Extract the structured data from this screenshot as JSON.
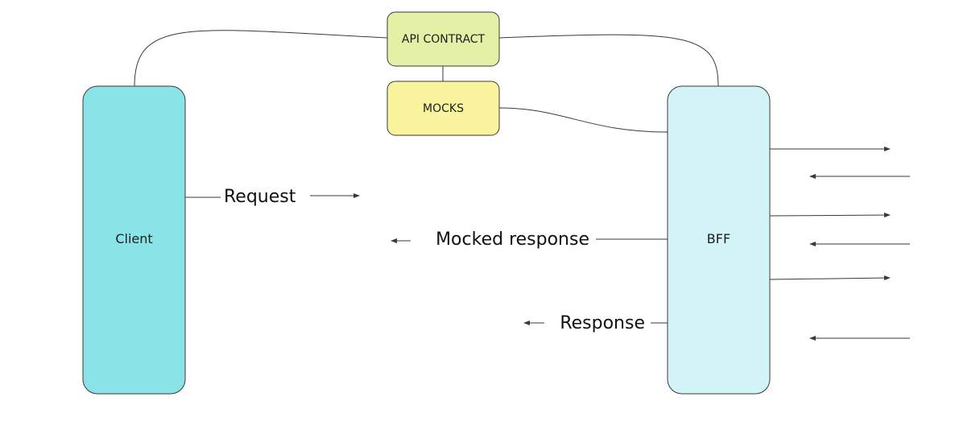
{
  "colors": {
    "client_fill": "#8ae3e6",
    "bff_fill": "#d2f4f6",
    "api_contract_fill": "#e3f0a6",
    "mocks_fill": "#fbf49e",
    "stroke": "#3a3a3a"
  },
  "nodes": {
    "client": "Client",
    "bff": "BFF",
    "api_contract": "API CONTRACT",
    "mocks": "MOCKS"
  },
  "edges": {
    "request": "Request",
    "mocked_response": "Mocked response",
    "response": "Response"
  }
}
